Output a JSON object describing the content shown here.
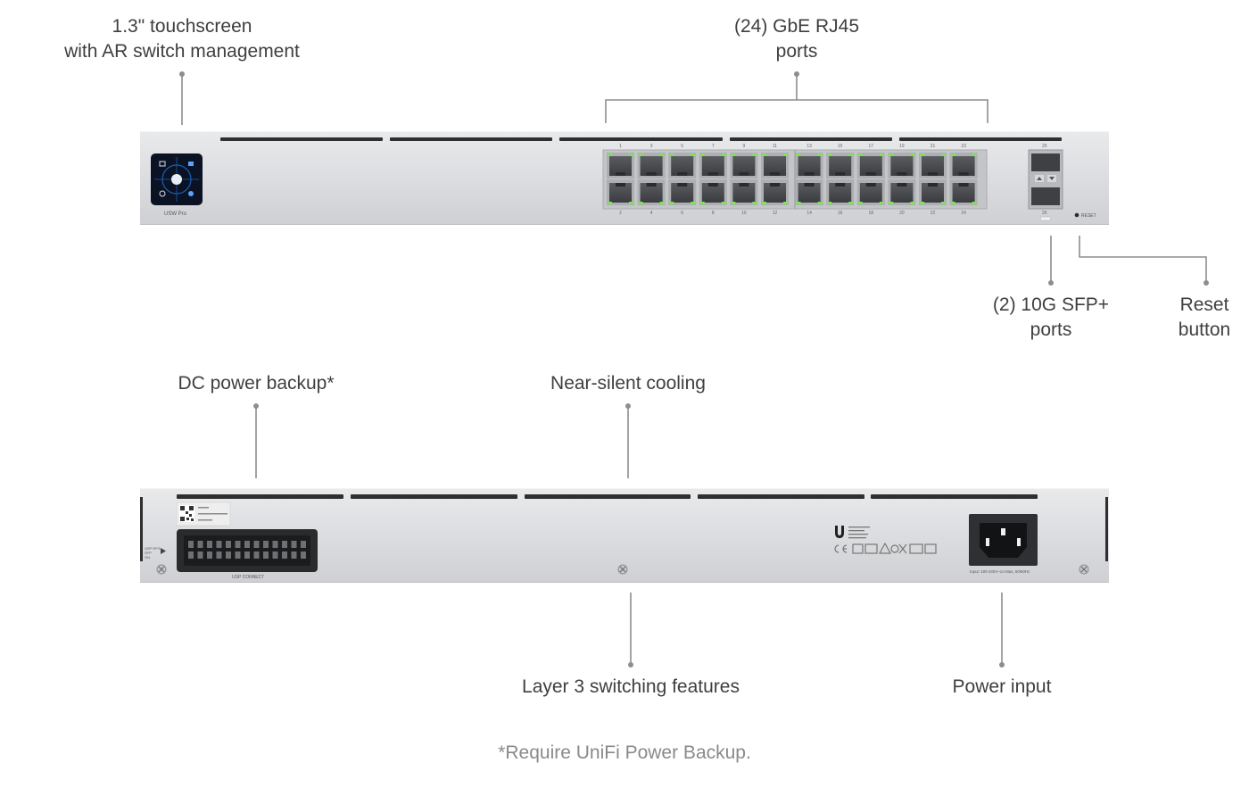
{
  "callouts": {
    "touchscreen": [
      "1.3\" touchscreen",
      "with AR switch management"
    ],
    "rj45": [
      "(24) GbE RJ45",
      "ports"
    ],
    "sfp": [
      "(2) 10G SFP+",
      "ports"
    ],
    "reset": [
      "Reset",
      "button"
    ],
    "dc_power": [
      "DC power backup*"
    ],
    "cooling": [
      "Near-silent cooling"
    ],
    "layer3": [
      "Layer 3 switching features"
    ],
    "power_input": [
      "Power input"
    ]
  },
  "front_panel": {
    "model": "USW Pro",
    "reset_label": "RESET",
    "top_port_numbers": [
      "1",
      "3",
      "5",
      "7",
      "9",
      "11",
      "13",
      "15",
      "17",
      "19",
      "21",
      "23"
    ],
    "bottom_port_numbers": [
      "2",
      "4",
      "6",
      "8",
      "10",
      "12",
      "14",
      "16",
      "18",
      "20",
      "22",
      "24"
    ],
    "sfp_numbers": [
      "25",
      "26"
    ]
  },
  "rear_panel": {
    "usp_connect_label": "USP CONNECT",
    "input_rating": "Input: 100-240V~1A Max, 50/60Hz",
    "usp_status": [
      "USP RPS",
      "SFP",
      "ON"
    ]
  },
  "footnote": "*Require UniFi Power Backup.",
  "colors": {
    "port_led": "#7fe35a",
    "chassis": "#dedfe1",
    "slot": "#2a2a2a"
  }
}
